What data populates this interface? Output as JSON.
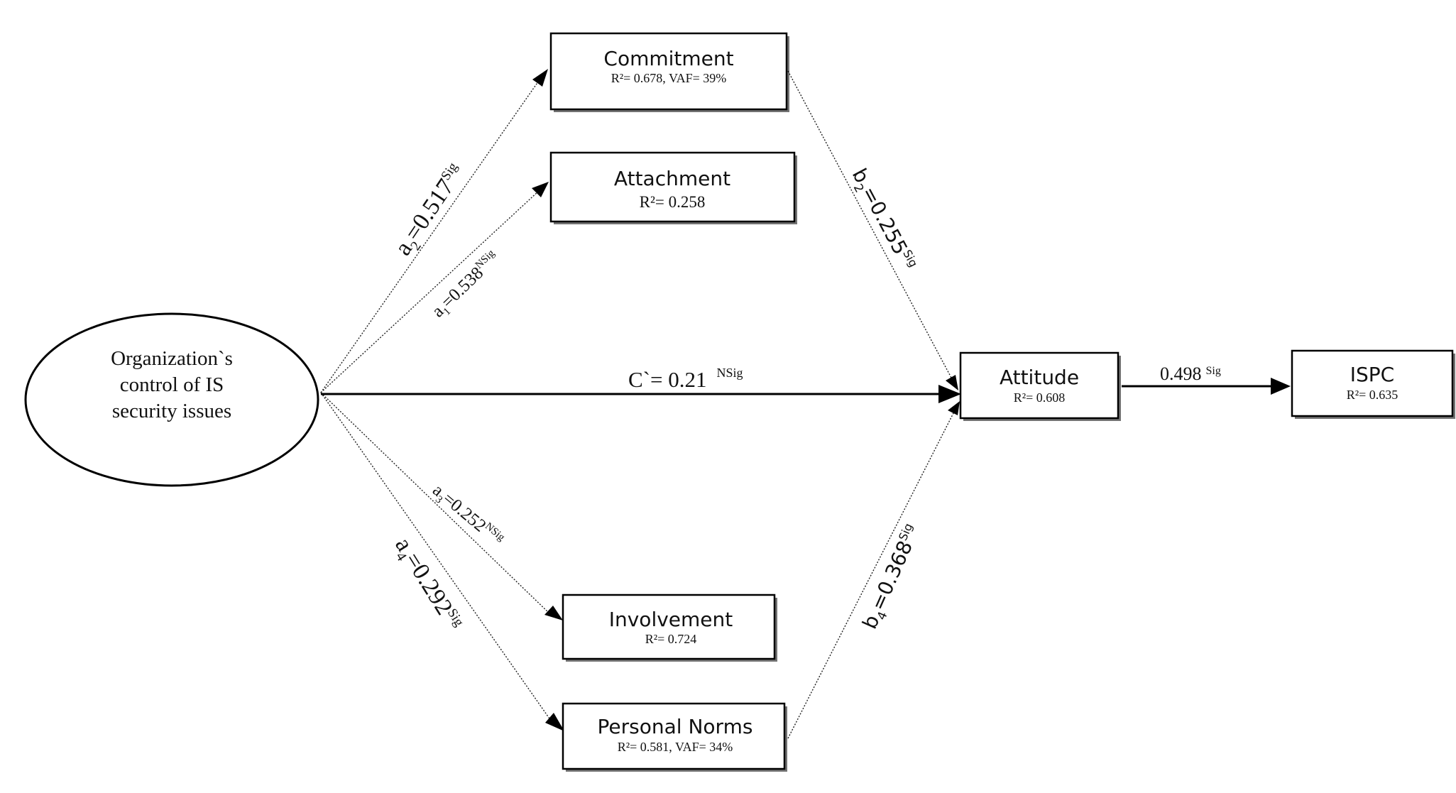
{
  "central": {
    "line1": "Organization`s",
    "line2": "control of IS",
    "line3": "security issues"
  },
  "nodes": {
    "commitment": {
      "title": "Commitment",
      "sub": "R²= 0.678, VAF= 39%"
    },
    "attachment": {
      "title": "Attachment",
      "sub": "R²= 0.258"
    },
    "involvement": {
      "title": "Involvement",
      "sub": "R²= 0.724"
    },
    "personal_norms": {
      "title": "Personal Norms",
      "sub": "R²= 0.581, VAF= 34%"
    },
    "attitude": {
      "title": "Attitude",
      "sub": "R²= 0.608"
    },
    "ispc": {
      "title": "ISPC",
      "sub": "R²= 0.635"
    }
  },
  "paths": {
    "a2": {
      "name": "a",
      "sub": "2",
      "value": "=0.517",
      "sig": "Sig"
    },
    "a1": {
      "name": "a",
      "sub": "1",
      "value": "=0.538",
      "sig": "NSig"
    },
    "c": {
      "value": "C`= 0.21",
      "sig": "NSig"
    },
    "a3": {
      "name": "a",
      "sub": "3",
      "value": "=0.252",
      "sig": "NSig"
    },
    "a4": {
      "name": "a",
      "sub": "4",
      "value": "=0.292",
      "sig": "Sig"
    },
    "b2": {
      "name": "b",
      "sub": "2",
      "value": "=0.255",
      "sig": "Sig"
    },
    "b4": {
      "name": "b",
      "sub": "4",
      "value": "=0.368",
      "sig": "Sig"
    },
    "att_ispc": {
      "value": "0.498",
      "sig": "Sig"
    }
  }
}
